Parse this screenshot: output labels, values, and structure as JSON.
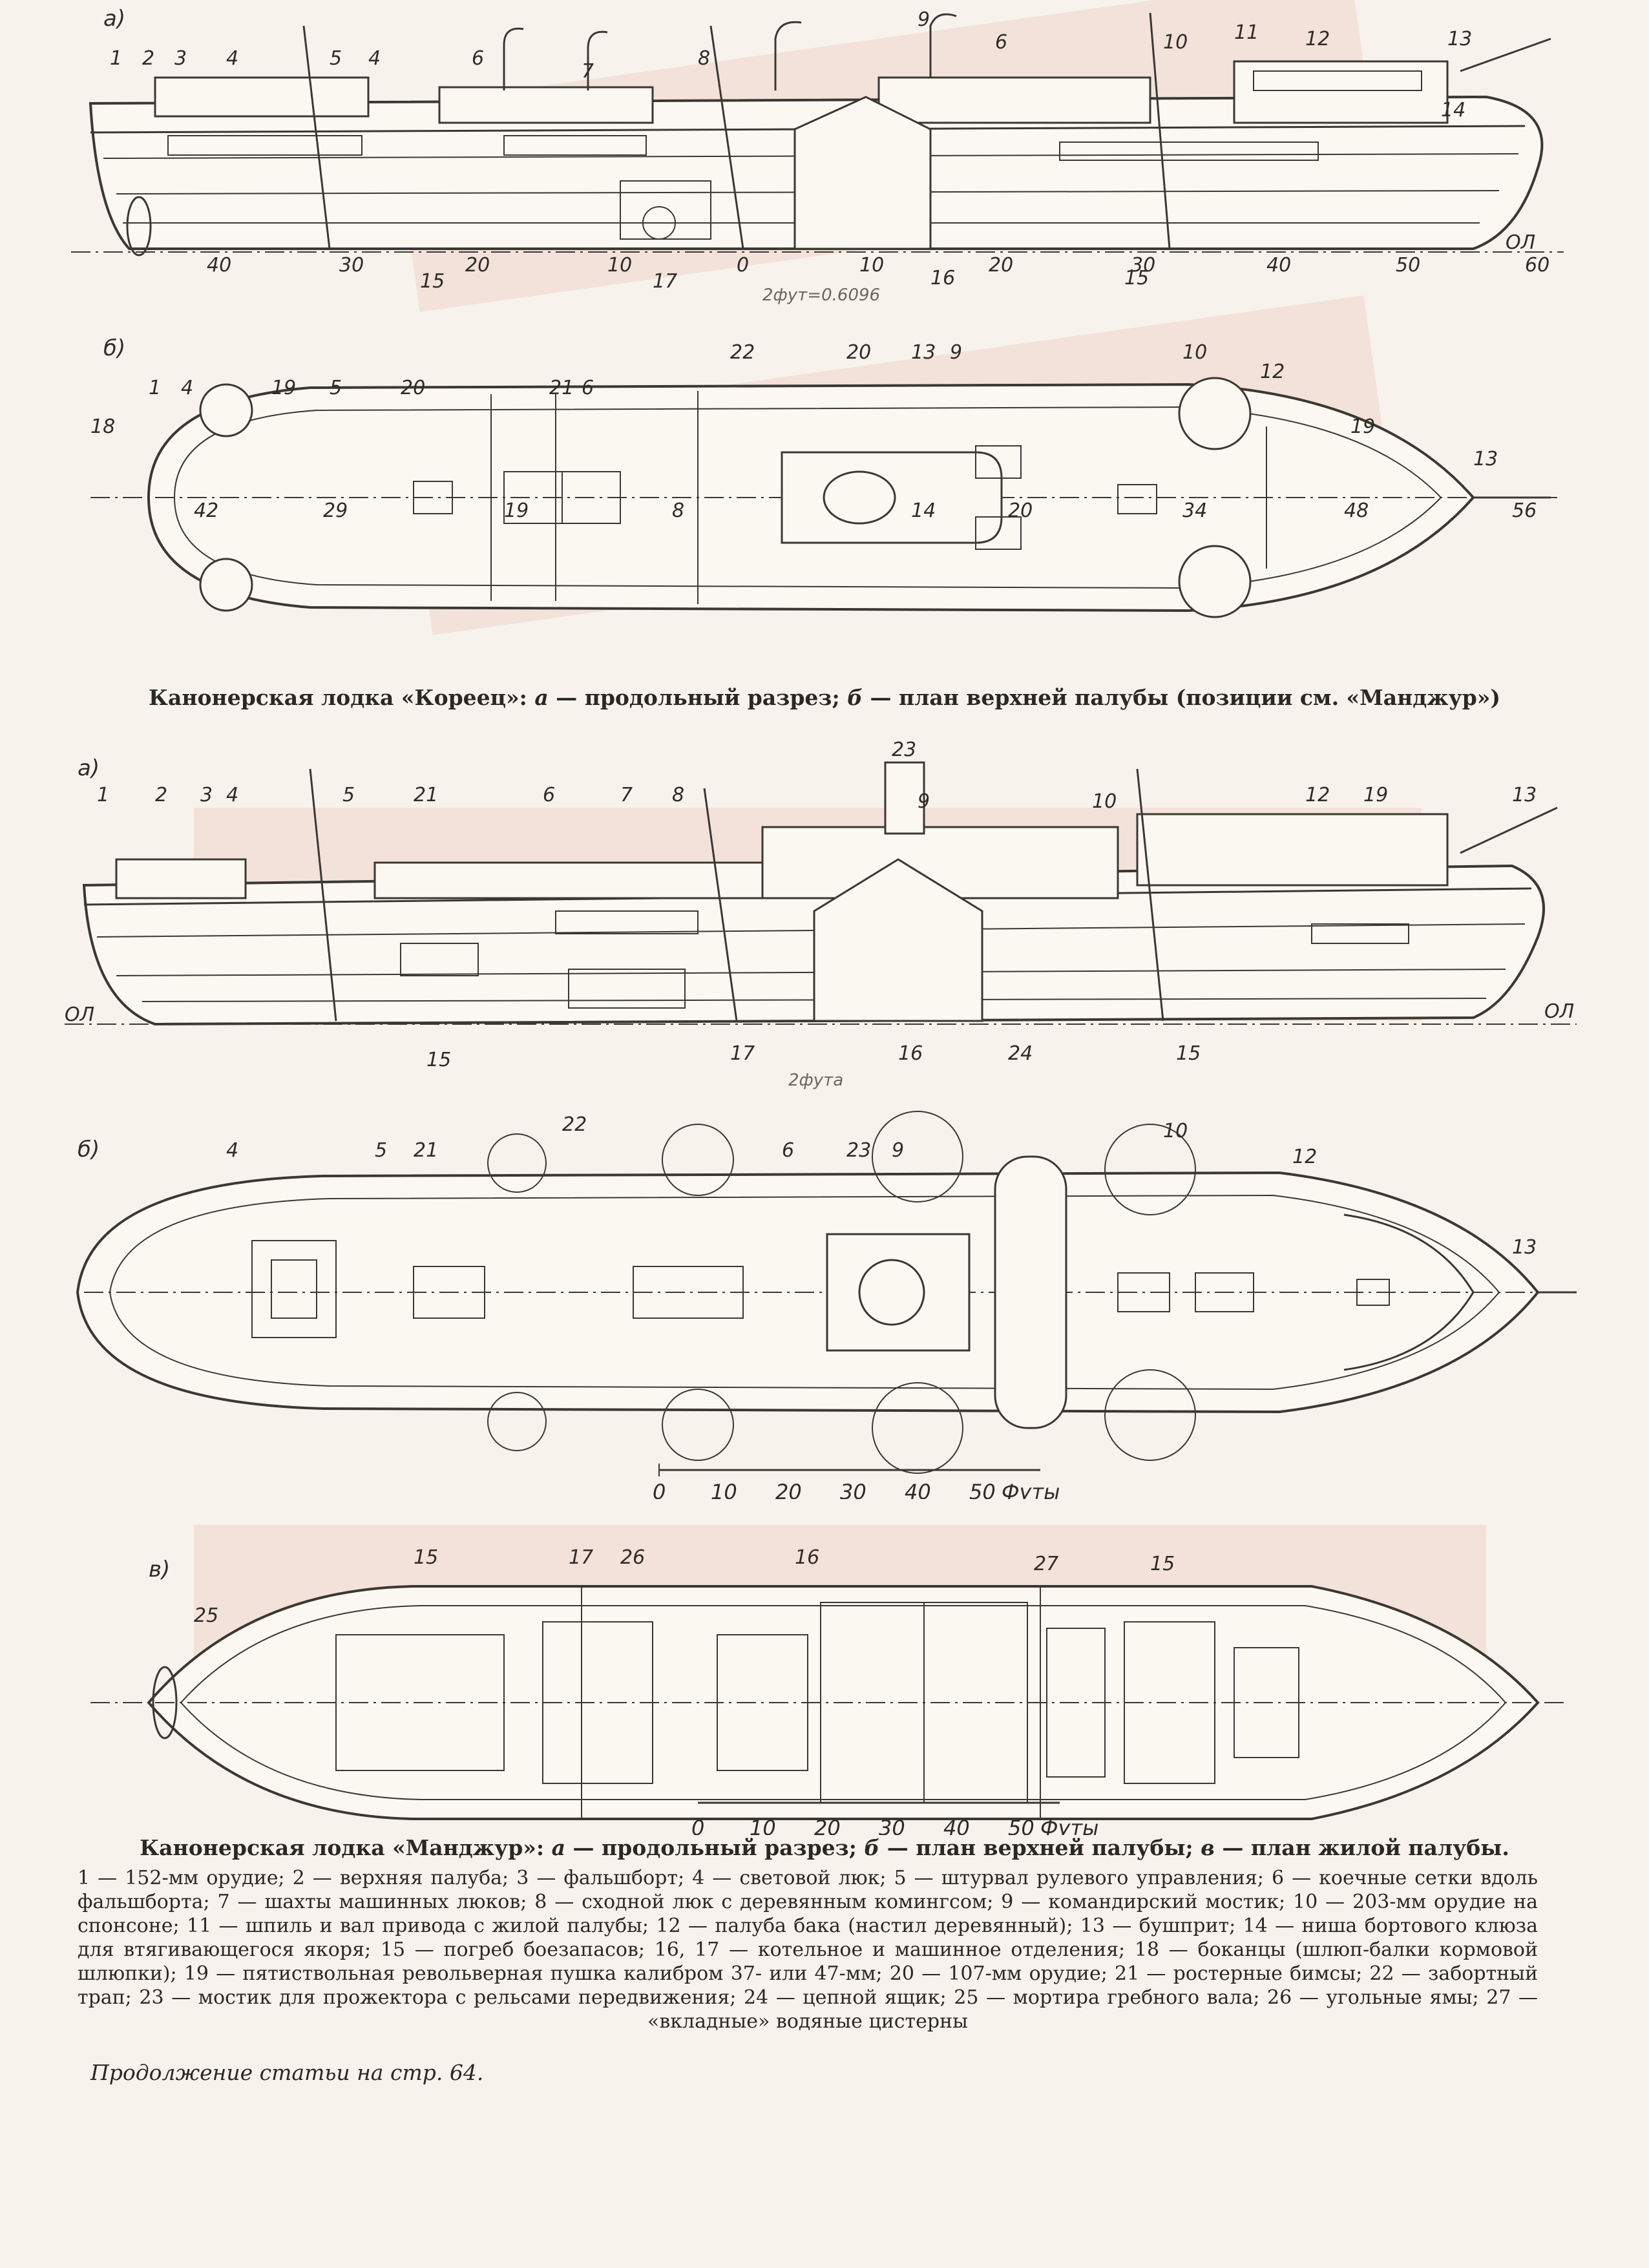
{
  "figures": {
    "korets_profile": {
      "letter": "а)",
      "callouts": [
        "1",
        "2",
        "3",
        "4",
        "5",
        "4",
        "6",
        "7",
        "8",
        "9",
        "6",
        "10",
        "11",
        "12",
        "13",
        "14"
      ],
      "bottom_callouts": [
        "15",
        "17",
        "16",
        "15"
      ],
      "frames": [
        "40",
        "30",
        "20",
        "10",
        "0",
        "10",
        "20",
        "30",
        "40",
        "50",
        "60"
      ],
      "baseline": "ОЛ",
      "pencil_note": "2фут=0.6096"
    },
    "korets_deck": {
      "letter": "б)",
      "callouts": [
        "1",
        "4",
        "19",
        "5",
        "20",
        "21",
        "6",
        "22",
        "20",
        "13",
        "9",
        "10",
        "12",
        "19",
        "13",
        "18"
      ],
      "frames": [
        "42",
        "29",
        "19",
        "8",
        "14",
        "20",
        "34",
        "48",
        "56"
      ]
    },
    "manjur_profile": {
      "letter": "а)",
      "callouts": [
        "1",
        "2",
        "3",
        "4",
        "5",
        "21",
        "6",
        "7",
        "8",
        "23",
        "9",
        "10",
        "12",
        "19",
        "13"
      ],
      "bottom_callouts": [
        "15",
        "17",
        "16",
        "24",
        "15"
      ],
      "baseline_left": "ОЛ",
      "baseline_right": "ОЛ",
      "pencil_note": "2фута"
    },
    "manjur_deck": {
      "letter": "б)",
      "callouts": [
        "4",
        "5",
        "21",
        "22",
        "6",
        "23",
        "9",
        "10",
        "12",
        "13"
      ],
      "scale_ticks": [
        "0",
        "10",
        "20",
        "30",
        "40",
        "50"
      ],
      "scale_unit": "Футы"
    },
    "manjur_living_deck": {
      "letter": "в)",
      "callouts": [
        "25",
        "15",
        "17",
        "26",
        "16",
        "27",
        "15"
      ],
      "scale_ticks": [
        "0",
        "10",
        "20",
        "30",
        "40",
        "50"
      ],
      "scale_unit": "Футы"
    }
  },
  "captions": {
    "korets": {
      "title": "Канонерская лодка «Кореец»: ",
      "a_letter": "а",
      "a_text": " — продольный разрез; ",
      "b_letter": "б",
      "b_text": " — план верхней палубы (позиции см. «Манджур»)"
    },
    "manjur": {
      "title": "Канонерская лодка «Манджур»: ",
      "a_letter": "а",
      "a_text": " — продольный разрез; ",
      "b_letter": "б",
      "b_text": " — план верхней палубы; ",
      "c_letter": "в",
      "c_text": " — план жилой палубы."
    }
  },
  "legend_text": "1 — 152-мм орудие; 2 — верхняя палуба; 3 — фальшборт; 4 — световой люк; 5 — штурвал рулевого управления; 6 — коечные сетки вдоль фальшборта; 7 — шахты машинных люков; 8 — сходной люк с деревянным комингсом; 9 — командирский мостик; 10 — 203-мм орудие на спонсоне; 11 — шпиль и вал привода с жилой палубы; 12 — палуба бака (настил деревянный); 13 — бушприт; 14 — ниша бортового клюза для втягивающегося якоря; 15 — погреб боезапасов; 16, 17 — котельное и машинное отделения; 18 — боканцы (шлюп-балки кормовой шлюпки); 19 — пятиствольная револьверная пушка калибром 37- или 47-мм; 20 — 107-мм орудие; 21 — ростерные бимсы; 22 — забортный трап; 23 — мостик для прожектора с рельсами передвижения; 24 — цепной ящик; 25 — мортира гребного вала; 26 — угольные ямы; 27 — «вкладные» водяные цистерны",
  "continuation": "Продолжение статьи на стр. 64."
}
